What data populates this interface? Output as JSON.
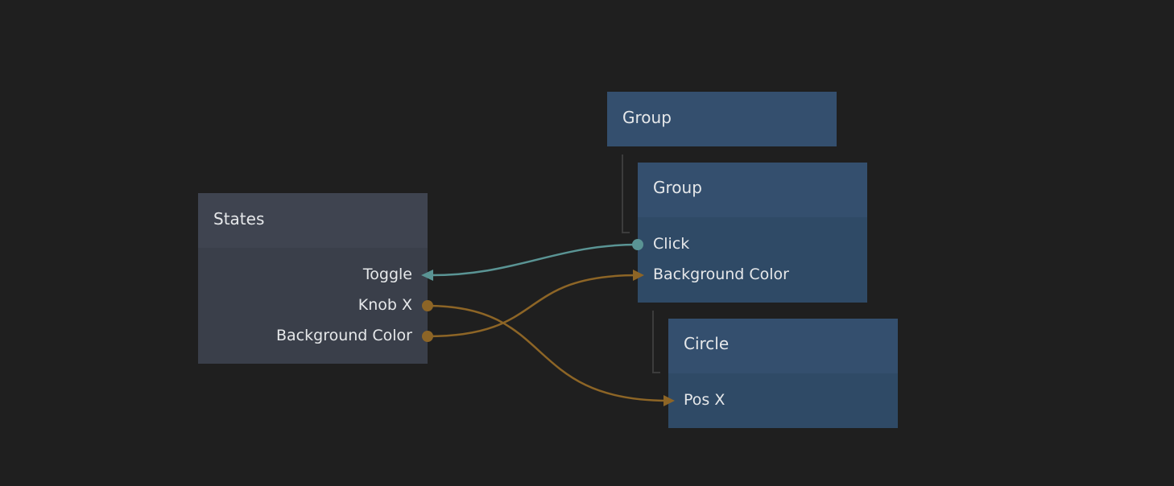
{
  "colors": {
    "background": "#1f1f1f",
    "logic_node": "#3f4450",
    "visual_node": "#344f6e",
    "signal": "#5a9494",
    "value": "#8d6526"
  },
  "nodes": {
    "states": {
      "title": "States",
      "ports": [
        "Toggle",
        "Knob X",
        "Background Color"
      ]
    },
    "group_outer": {
      "title": "Group"
    },
    "group_inner": {
      "title": "Group",
      "ports": [
        "Click",
        "Background Color"
      ]
    },
    "circle": {
      "title": "Circle",
      "ports": [
        "Pos X"
      ]
    }
  },
  "connections": [
    {
      "from": "Group.Click",
      "to": "States.Toggle",
      "type": "signal"
    },
    {
      "from": "States.Background Color",
      "to": "Group.Background Color",
      "type": "value"
    },
    {
      "from": "States.Knob X",
      "to": "Circle.Pos X",
      "type": "value"
    }
  ]
}
